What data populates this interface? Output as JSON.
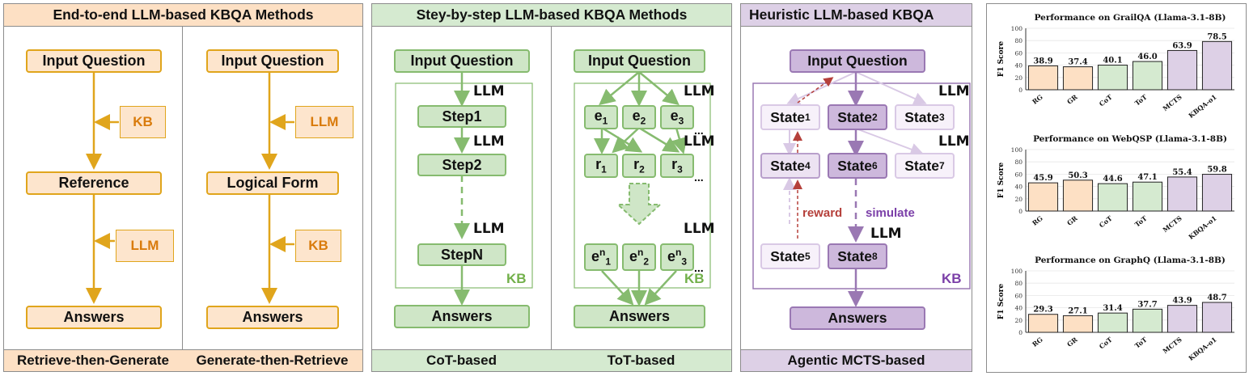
{
  "panel1": {
    "title": "End-to-end LLM-based KBQA Methods",
    "left": {
      "footer": "Retrieve-then-Generate",
      "input": "Input Question",
      "side1": "KB",
      "mid": "Reference",
      "side2": "LLM",
      "output": "Answers"
    },
    "right": {
      "footer": "Generate-then-Retrieve",
      "input": "Input Question",
      "side1": "LLM",
      "mid": "Logical Form",
      "side2": "KB",
      "output": "Answers"
    }
  },
  "panel2": {
    "title": "Stey-by-step LLM-based KBQA Methods",
    "cot": {
      "footer": "CoT-based",
      "input": "Input Question",
      "llm": "LLM",
      "step1": "Step1",
      "step2": "Step2",
      "stepn": "StepN",
      "kb": "KB",
      "output": "Answers"
    },
    "tot": {
      "footer": "ToT-based",
      "input": "Input Question",
      "llm": "LLM",
      "e_row": [
        "e1",
        "e2",
        "e3"
      ],
      "r_row": [
        "r1",
        "r2",
        "r3"
      ],
      "en_row": [
        "en1",
        "en2",
        "en3"
      ],
      "ellipsis": "...",
      "kb": "KB",
      "output": "Answers"
    }
  },
  "panel3": {
    "title": "Heuristic LLM-based KBQA",
    "footer": "Agentic MCTS-based",
    "input": "Input Question",
    "llm": "LLM",
    "states": {
      "s1": "State1",
      "s2": "State2",
      "s3": "State3",
      "s4": "State4",
      "s6": "State6",
      "s7": "State7",
      "s5": "State5",
      "s8": "State8"
    },
    "reward": "reward",
    "simulate": "simulate",
    "kb": "KB",
    "output": "Answers"
  },
  "colors": {
    "orange": "#e0a51c",
    "green": "#86bb6f",
    "purple": "#9a78b3",
    "reward": "#b5403b",
    "bar_orange": "#fde0c4",
    "bar_green": "#d5ead0",
    "bar_purple": "#ddd0e6"
  },
  "chart_data": [
    {
      "type": "bar",
      "title": "Performance on GrailQA (Llama-3.1-8B)",
      "ylabel": "F1 Score",
      "ylim": [
        0,
        100
      ],
      "yticks": [
        "0",
        "20",
        "40",
        "60",
        "80",
        "100"
      ],
      "categories": [
        "RG",
        "GR",
        "CoT",
        "ToT",
        "MCTS",
        "KBQA-o1"
      ],
      "values": [
        38.9,
        37.4,
        40.1,
        46.0,
        63.9,
        78.5
      ],
      "labels": [
        "38.9",
        "37.4",
        "40.1",
        "46.0",
        "63.9",
        "78.5"
      ]
    },
    {
      "type": "bar",
      "title": "Performance on WebQSP (Llama-3.1-8B)",
      "ylabel": "F1 Score",
      "ylim": [
        0,
        100
      ],
      "yticks": [
        "0",
        "20",
        "40",
        "60",
        "80",
        "100"
      ],
      "categories": [
        "RG",
        "GR",
        "CoT",
        "ToT",
        "MCTS",
        "KBQA-o1"
      ],
      "values": [
        45.9,
        50.3,
        44.6,
        47.1,
        55.4,
        59.8
      ],
      "labels": [
        "45.9",
        "50.3",
        "44.6",
        "47.1",
        "55.4",
        "59.8"
      ]
    },
    {
      "type": "bar",
      "title": "Performance on GraphQ (Llama-3.1-8B)",
      "ylabel": "F1 Score",
      "ylim": [
        0,
        100
      ],
      "yticks": [
        "0",
        "20",
        "40",
        "60",
        "80",
        "100"
      ],
      "categories": [
        "RG",
        "GR",
        "CoT",
        "ToT",
        "MCTS",
        "KBQA-o1"
      ],
      "values": [
        29.3,
        27.1,
        31.4,
        37.7,
        43.9,
        48.7
      ],
      "labels": [
        "29.3",
        "27.1",
        "31.4",
        "37.7",
        "43.9",
        "48.7"
      ]
    }
  ]
}
